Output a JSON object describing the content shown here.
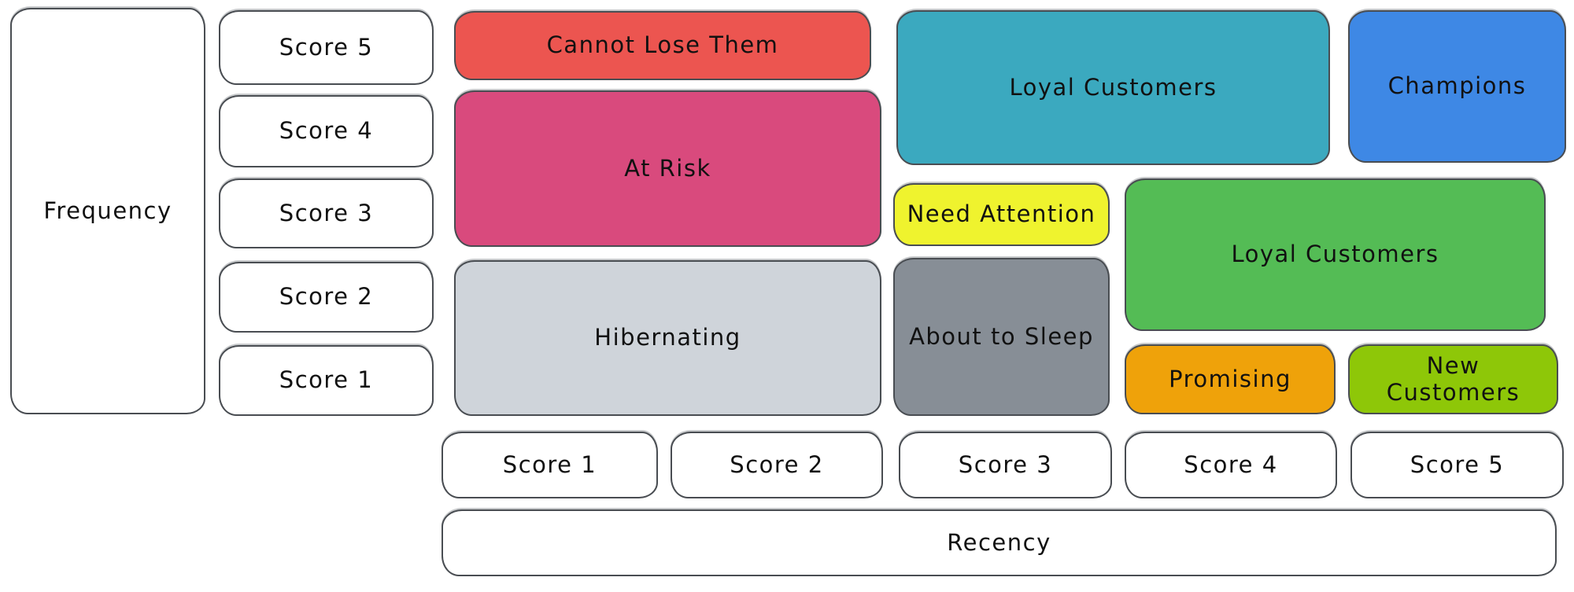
{
  "axes": {
    "frequency_label": "Frequency",
    "recency_label": "Recency"
  },
  "frequency_scores": [
    "Score 5",
    "Score 4",
    "Score 3",
    "Score 2",
    "Score 1"
  ],
  "recency_scores": [
    "Score 1",
    "Score 2",
    "Score 3",
    "Score 4",
    "Score 5"
  ],
  "segments": {
    "cannot_lose_them": {
      "label": "Cannot Lose Them",
      "color": "#ec5550"
    },
    "at_risk": {
      "label": "At Risk",
      "color": "#d94a7d"
    },
    "hibernating": {
      "label": "Hibernating",
      "color": "#cfd4da"
    },
    "loyal_customers_top": {
      "label": "Loyal Customers",
      "color": "#3ba9bf"
    },
    "champions": {
      "label": "Champions",
      "color": "#3e88e5"
    },
    "need_attention": {
      "label": "Need Attention",
      "color": "#eff32e"
    },
    "about_to_sleep": {
      "label": "About to Sleep",
      "color": "#878e96"
    },
    "loyal_customers_mid": {
      "label": "Loyal Customers",
      "color": "#54bc55"
    },
    "promising": {
      "label": "Promising",
      "color": "#efa20a"
    },
    "new_customers": {
      "label": "New Customers",
      "color": "#8ec708"
    }
  }
}
